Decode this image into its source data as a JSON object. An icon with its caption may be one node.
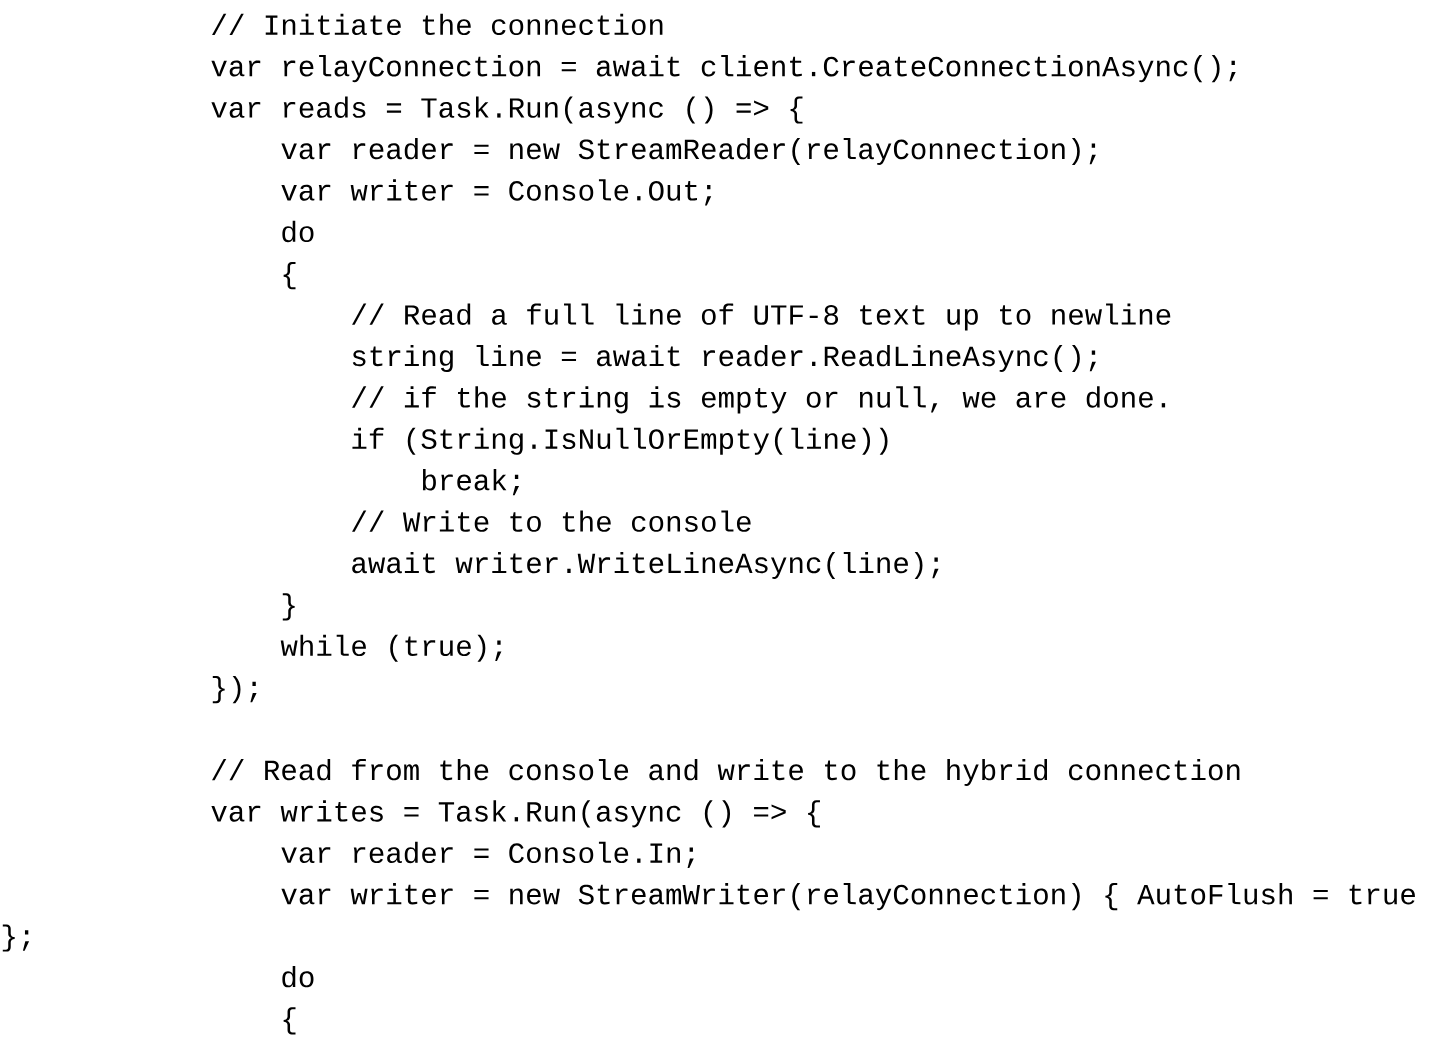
{
  "diagram": {
    "labels": [
      "// Initiate the connection",
      "var relayConnection = await client.CreateConnectionAsync();",
      "var reads = Task.Run(async () => {",
      "var reader = new StreamReader(relayConnection);",
      "var writer = Console.Out;",
      "do",
      "{",
      "// Read a full line of UTF-8 text up to newline",
      "string line = await reader.ReadLineAsync();",
      "// if the string is empty or null, we are done.",
      "if (String.IsNullOrEmpty(line))",
      "break;",
      "// Write to the console",
      "await writer.WriteLineAsync(line);",
      "}",
      "while (true);",
      "});",
      "// Read from the console and write to the hybrid connection",
      "var writes = Task.Run(async () => {",
      "var reader = Console.In;",
      "var writer = new StreamWriter(relayConnection) { AutoFlush = true",
      "};",
      "do",
      "{"
    ]
  }
}
